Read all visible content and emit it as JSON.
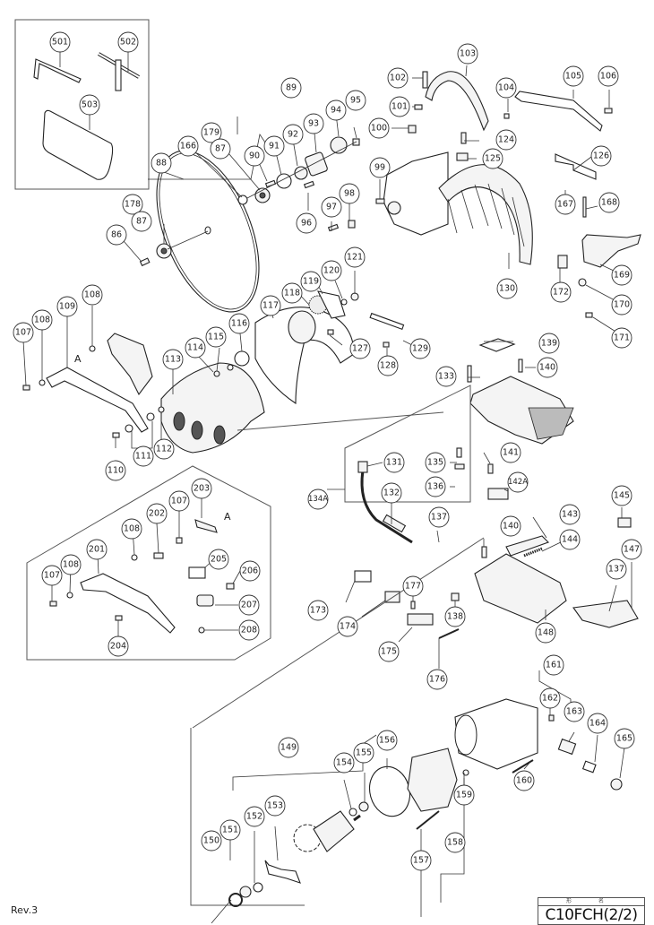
{
  "document": {
    "revision": "Rev.3",
    "model_header": "形 名",
    "model_name": "C10FCH(2/2)",
    "reference_letter": "A"
  },
  "callouts": {
    "c501": "501",
    "c502": "502",
    "c503": "503",
    "c89": "89",
    "c95": "95",
    "c94": "94",
    "c93": "93",
    "c92": "92",
    "c91": "91",
    "c90": "90",
    "c179": "179",
    "c87a": "87",
    "c166": "166",
    "c88": "88",
    "c96": "96",
    "c97": "97",
    "c98": "98",
    "c178": "178",
    "c87b": "87",
    "c86": "86",
    "c103": "103",
    "c102": "102",
    "c104": "104",
    "c105": "105",
    "c106": "106",
    "c101": "101",
    "c100": "100",
    "c124": "124",
    "c125": "125",
    "c99": "99",
    "c126": "126",
    "c167": "167",
    "c168": "168",
    "c169": "169",
    "c170": "170",
    "c171": "171",
    "c172": "172",
    "c130": "130",
    "c121": "121",
    "c120": "120",
    "c119": "119",
    "c118": "118",
    "c117": "117",
    "c127": "127",
    "c129": "129",
    "c128": "128",
    "c108a": "108",
    "c109": "109",
    "c108b": "108",
    "c107a": "107",
    "c116": "116",
    "c115": "115",
    "c114": "114",
    "c113": "113",
    "c110": "110",
    "c111": "111",
    "c112": "112",
    "c139": "139",
    "c133": "133",
    "c140a": "140",
    "c203": "203",
    "c107b": "107",
    "c202": "202",
    "c108c": "108",
    "c201": "201",
    "c108d": "108",
    "c107c": "107",
    "c205": "205",
    "c206": "206",
    "c207": "207",
    "c208": "208",
    "c204": "204",
    "c131": "131",
    "c134A": "134A",
    "c132": "132",
    "c135": "135",
    "c136": "136",
    "c137a": "137",
    "c141": "141",
    "c142A": "142A",
    "c140b": "140",
    "c143": "143",
    "c144": "144",
    "c145": "145",
    "c147": "147",
    "c137b": "137",
    "c148": "148",
    "c173": "173",
    "c174": "174",
    "c177": "177",
    "c138": "138",
    "c175": "175",
    "c176": "176",
    "c149": "149",
    "c154": "154",
    "c155": "155",
    "c156": "156",
    "c151": "151",
    "c152": "152",
    "c153": "153",
    "c150": "150",
    "c157": "157",
    "c158": "158",
    "c159": "159",
    "c160": "160",
    "c161": "161",
    "c162": "162",
    "c163": "163",
    "c164": "164",
    "c165": "165"
  }
}
